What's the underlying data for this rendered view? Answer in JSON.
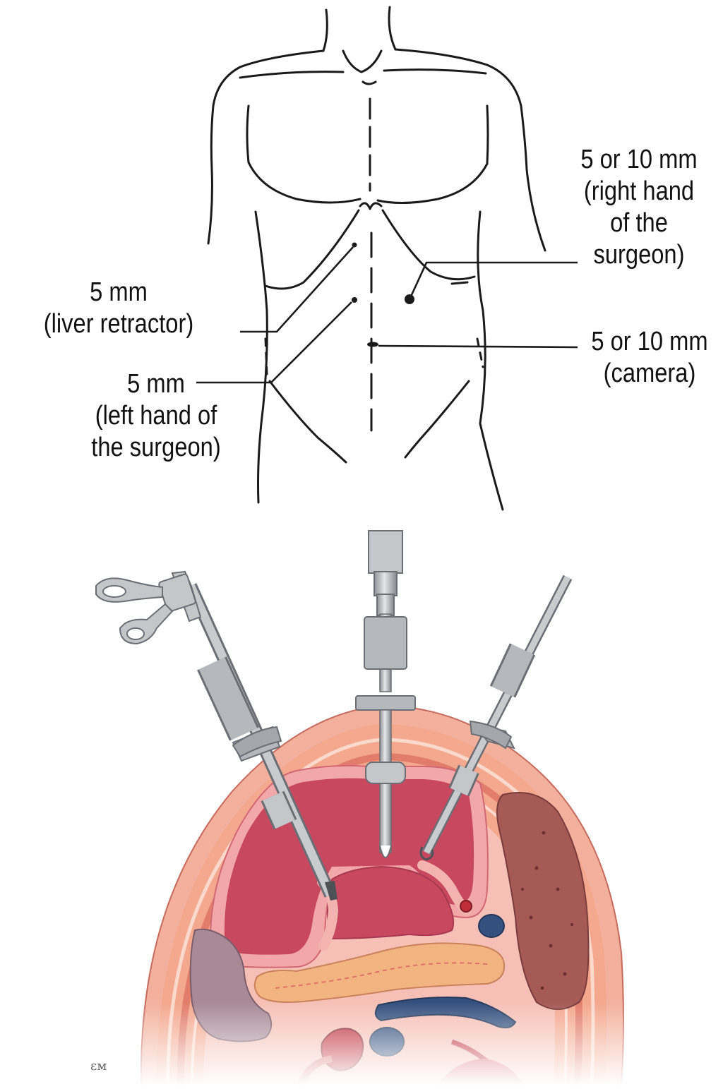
{
  "labels": {
    "liver_retractor": {
      "size": "5 mm",
      "role": "(liver retractor)"
    },
    "left_hand": {
      "size": "5 mm",
      "role_line1": "(left hand of",
      "role_line2": "the surgeon)"
    },
    "right_hand": {
      "size": "5 or 10 mm",
      "role_line1": "(right hand",
      "role_line2": "of the",
      "role_line3": "surgeon)"
    },
    "camera": {
      "size": "5 or 10 mm",
      "role": "(camera)"
    }
  },
  "artist_mark": "ɛᴍ",
  "colors": {
    "outline": "#1a1a1a",
    "abdominal_wall": "#f0a18c",
    "muscle_layer": "#e88f7c",
    "peritoneal_cavity": "#c8485f",
    "pink_lining": "#f3b4b0",
    "stomach_deep": "#b83a55",
    "spleen": "#a55a55",
    "kidney_grey": "#a88a96",
    "pancreas": "#f2b582",
    "vein_blue": "#34507e",
    "artery_red": "#c02e3a",
    "instrument_grey": "#b5b8bd",
    "instrument_dark": "#6b6e74"
  }
}
